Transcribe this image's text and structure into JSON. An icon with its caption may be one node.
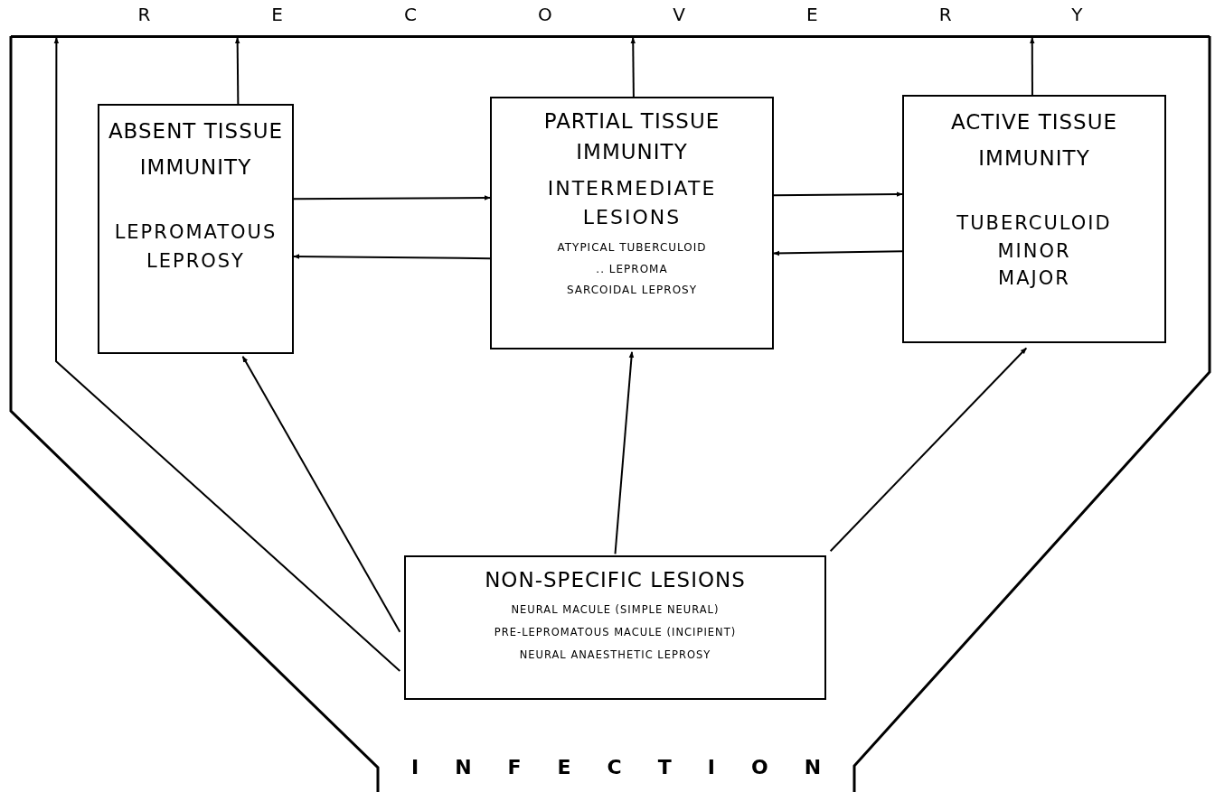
{
  "diagram": {
    "nodes": [
      {
        "text": [
          "RECOVERY"
        ]
      },
      {
        "text": [
          "ABSENT TISSUE IMMUNITY",
          "LEPROMATOUS LEPROSY"
        ]
      },
      {
        "text": [
          "PARTIAL TISSUE IMMUNITY",
          "INTERMEDIATE LESIONS",
          "ATYPICAL TUBERCULOID",
          ".. LEPROMA",
          "SARCOIDAL LEPROSY"
        ]
      },
      {
        "text": [
          "ACTIVE TISSUE IMMUNITY",
          "TUBERCULOID",
          "MINOR",
          "MAJOR"
        ]
      },
      {
        "text": [
          "NON-SPECIFIC LESIONS",
          "NEURAL MACULE (SIMPLE NEURAL)",
          "PRE-LEPROMATOUS MACULE (INCIPIENT)",
          "NEURAL ANAESTHETIC LEPROSY"
        ]
      },
      {
        "text": [
          "INFECTION"
        ]
      }
    ],
    "edges": [
      {
        "from": 1,
        "to": 0,
        "arrow": "to"
      },
      {
        "from": 2,
        "to": 0,
        "arrow": "to"
      },
      {
        "from": 3,
        "to": 0,
        "arrow": "to"
      },
      {
        "from": 1,
        "to": 2,
        "arrow": "to"
      },
      {
        "from": 2,
        "to": 1,
        "arrow": "to"
      },
      {
        "from": 2,
        "to": 3,
        "arrow": "to"
      },
      {
        "from": 3,
        "to": 2,
        "arrow": "to"
      },
      {
        "from": 4,
        "to": 1,
        "arrow": "to"
      },
      {
        "from": 4,
        "to": 2,
        "arrow": "to"
      },
      {
        "from": 4,
        "to": 3,
        "arrow": "to"
      },
      {
        "from": 4,
        "to": 0,
        "arrow": "to"
      }
    ]
  }
}
